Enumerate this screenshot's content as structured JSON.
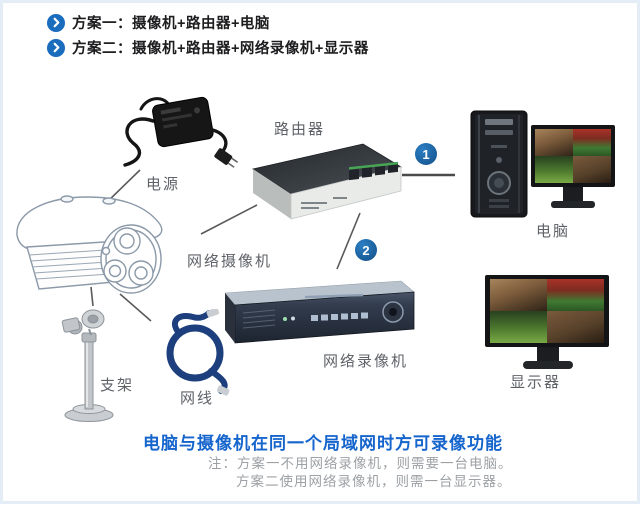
{
  "schemes": [
    {
      "label": "方案一：摄像机+路由器+电脑"
    },
    {
      "label": "方案二：摄像机+路由器+网络录像机+显示器"
    }
  ],
  "devices": {
    "power": {
      "label": "电源"
    },
    "router": {
      "label": "路由器"
    },
    "camera": {
      "label": "网络摄像机"
    },
    "nvr": {
      "label": "网络录像机"
    },
    "pc": {
      "label": "电脑"
    },
    "monitor": {
      "label": "显示器"
    },
    "bracket": {
      "label": "支架"
    },
    "cable": {
      "label": "网线"
    }
  },
  "steps": [
    {
      "number": "1"
    },
    {
      "number": "2"
    }
  ],
  "footer": {
    "highlight": "电脑与摄像机在同一个局域网时方可录像功能",
    "note_prefix": "注：",
    "notes": [
      "方案一不用网络录像机，则需要一台电脑。",
      "方案二使用网络录像机，则需一台显示器。"
    ]
  },
  "colors": {
    "accent_blue": "#1a6cbc",
    "badge_blue": "#15619f",
    "title_blue": "#1565cd",
    "note_gray": "#9da1a5",
    "connector_gray": "#555555"
  }
}
